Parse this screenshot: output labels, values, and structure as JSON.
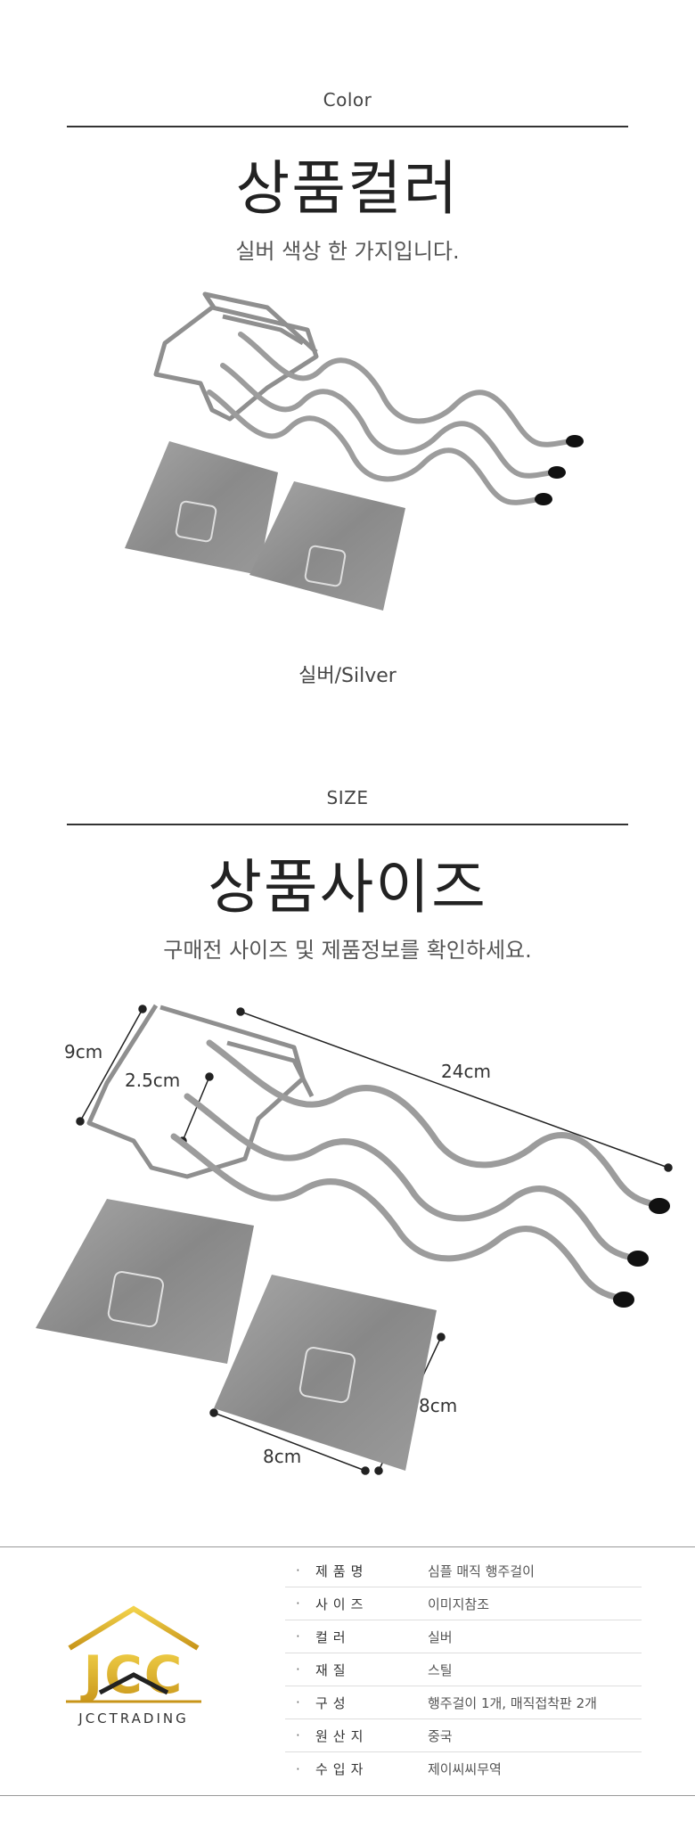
{
  "color_section": {
    "label": "Color",
    "title": "상품컬러",
    "subtitle": "실버 색상 한 가지입니다.",
    "caption": "실버/Silver"
  },
  "size_section": {
    "label": "SIZE",
    "title": "상품사이즈",
    "subtitle": "구매전 사이즈 및 제품정보를 확인하세요.",
    "dim_height": "9cm",
    "dim_spacing": "2.5cm",
    "dim_length": "24cm",
    "dim_pad_w": "8cm",
    "dim_pad_h": "8cm"
  },
  "brand": {
    "logo_text": "JCC",
    "logo_sub": "JCCTRADING"
  },
  "specs": [
    {
      "key": "제품명",
      "value": "심플 매직 행주걸이"
    },
    {
      "key": "사이즈",
      "value": "이미지참조"
    },
    {
      "key": "컬러",
      "value": "실버"
    },
    {
      "key": "재질",
      "value": "스틸"
    },
    {
      "key": "구성",
      "value": "행주걸이 1개, 매직접착판 2개"
    },
    {
      "key": "원산지",
      "value": "중국"
    },
    {
      "key": "수입자",
      "value": "제이씨씨무역"
    }
  ],
  "colors": {
    "accent_gold": "#e6b422",
    "metal": "#9a9a9a",
    "pad": "#8d8d8d"
  }
}
